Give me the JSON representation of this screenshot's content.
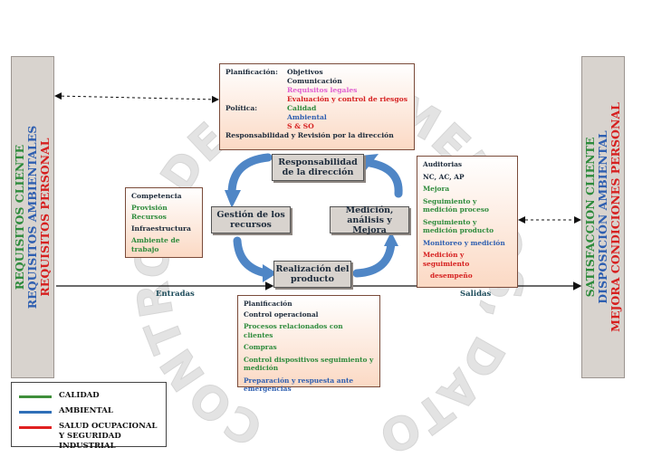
{
  "watermark": "CONTROL DE DOCUMENTOS, DATOS Y REGISTROS",
  "left_panel": {
    "lines": [
      "REQUISITOS CLIENTE",
      "REQUISITOS AMBIENTALES",
      "REQUISITOS PERSONAL"
    ]
  },
  "right_panel": {
    "lines": [
      "SATISFACCION CLIENTE",
      "DISPOSICIÓN AMBIENTAL",
      "MEJORA CONDICIONES PERSONAL"
    ]
  },
  "planning_box": {
    "planificacion_label": "Planificación:",
    "objetivos": "Objetivos",
    "comunicacion": "Comunicación",
    "requisitos_legales": "Requisitos legales",
    "evaluacion": "Evaluación y control de riesgos",
    "politica_label": "Política:",
    "calidad": "Calidad",
    "ambiental": "Ambiental",
    "sso": "S & SO",
    "responsabilidad": "Responsabilidad y Revisión por la dirección"
  },
  "resources_box": {
    "competencia": "Competencia",
    "provision": "Provisión Recursos",
    "infraestructura": "Infraestructura",
    "ambiente": "Ambiente de trabajo"
  },
  "audit_box": {
    "auditorias": "Auditorias",
    "nc": "NC, AC, AP",
    "mejora": "Mejora",
    "seg_proceso": "Seguimiento y medición proceso",
    "seg_producto": "Seguimiento y medición producto",
    "monitoreo": "Monitoreo y medición",
    "medicion_desempeno_1": "Medición y seguimiento",
    "medicion_desempeno_2": "desempeño"
  },
  "product_box": {
    "planificacion": "Planificación",
    "control": "Control operacional",
    "procesos": "Procesos relacionados con clientes",
    "compras": "Compras",
    "control_disp": "Control dispositivos seguimiento y medición",
    "preparacion": "Preparación y respuesta ante emergencias"
  },
  "nodes": {
    "responsabilidad": "Responsabilidad de la dirección",
    "gestion": "Gestión de los recursos",
    "medicion": "Medición, análisis y Mejora",
    "realizacion": "Realización del producto"
  },
  "flow": {
    "entradas": "Entradas",
    "salidas": "Salidas"
  },
  "legend": {
    "items": [
      {
        "label": "CALIDAD",
        "color": "#3f8f3a"
      },
      {
        "label": "AMBIENTAL",
        "color": "#2f6fb8"
      },
      {
        "label": "SALUD OCUPACIONAL Y SEGURIDAD INDUSTRIAL",
        "color": "#e02020"
      }
    ]
  },
  "colors": {
    "green": "#2e8b3c",
    "blue": "#2f5fb0",
    "red": "#d62020",
    "arrow_blue": "#4f86c6"
  }
}
